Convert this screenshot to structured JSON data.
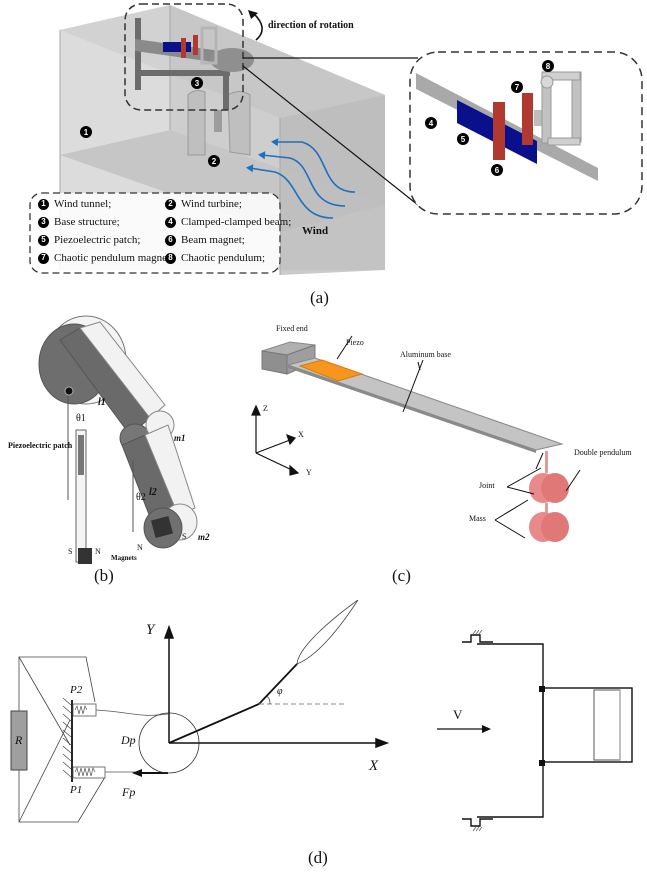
{
  "figure": {
    "panels": {
      "a": {
        "caption": "(a)",
        "rotation_label": "direction of rotation",
        "wind_label": "Wind",
        "callout_numbers": [
          "1",
          "2",
          "3",
          "4",
          "5",
          "6",
          "7",
          "8"
        ],
        "legend": [
          {
            "num": "1",
            "text": "Wind tunnel;"
          },
          {
            "num": "2",
            "text": "Wind turbine;"
          },
          {
            "num": "3",
            "text": "Base structure;"
          },
          {
            "num": "4",
            "text": "Clamped-clamped beam;"
          },
          {
            "num": "5",
            "text": "Piezoelectric patch;"
          },
          {
            "num": "6",
            "text": "Beam magnet;"
          },
          {
            "num": "7",
            "text": "Chaotic pendulum magnet;"
          },
          {
            "num": "8",
            "text": "Chaotic pendulum;"
          }
        ],
        "colors": {
          "patch": "#0a0f8c",
          "magnet": "#b03a30",
          "wind_arrow": "#1f6fbf",
          "tunnel": "#c9c9c9"
        }
      },
      "b": {
        "caption": "(b)",
        "labels": {
          "piezo": "Piezoelectric patch",
          "l1": "l1",
          "l2": "l2",
          "theta1": "θ1",
          "theta2": "θ2",
          "m1": "m1",
          "m2": "m2",
          "magnets": "Magnets",
          "s_left": "S",
          "n_left": "N",
          "n_right": "N",
          "s_right": "S"
        }
      },
      "c": {
        "caption": "(c)",
        "labels": {
          "fixed_end": "Fixed end",
          "piezo": "Piezo",
          "aluminum": "Aluminum base",
          "double_pendulum": "Double pendulum",
          "joint": "Joint",
          "mass": "Mass",
          "axis_z": "Z",
          "axis_x": "X",
          "axis_y": "Y"
        },
        "colors": {
          "piezo": "#f7951d",
          "mass": "#e88a8a",
          "beam": "#c4c4c4"
        }
      },
      "d": {
        "caption": "(d)",
        "labels": {
          "resistor": "R",
          "p2": "P2",
          "p1": "P1",
          "dp": "Dp",
          "fp": "Fp",
          "axis_y": "Y",
          "axis_x": "X",
          "phi": "φ",
          "velocity": "V"
        }
      }
    }
  }
}
